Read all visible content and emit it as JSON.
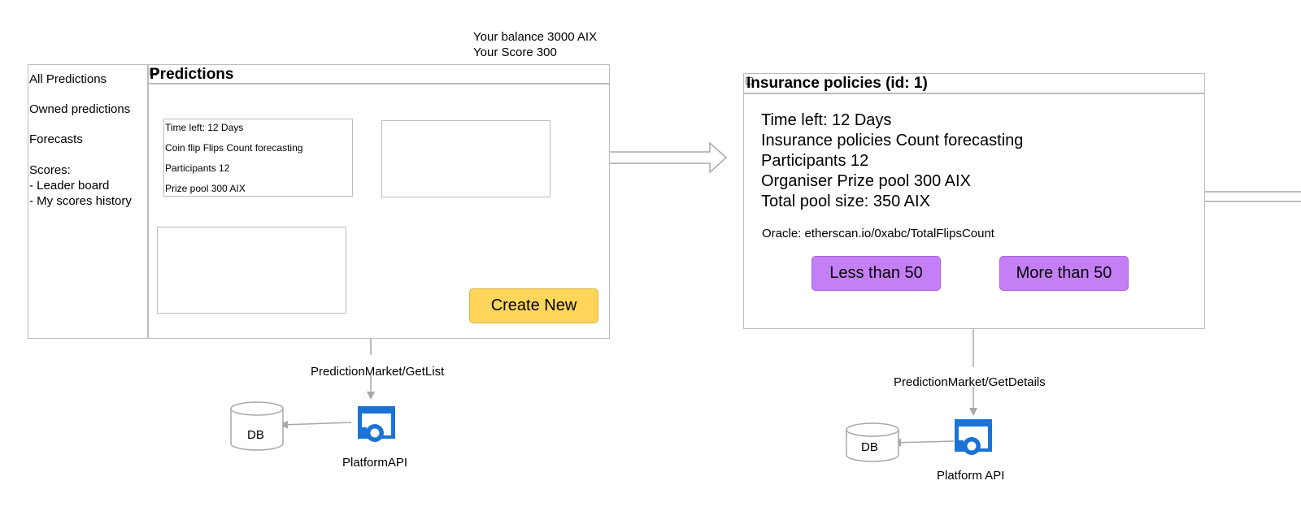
{
  "balance": {
    "line1": "Your balance 3000 AIX",
    "line2": "Your Score 300"
  },
  "sidebar": {
    "items": [
      {
        "label": "All Predictions"
      },
      {
        "label": "Owned predictions"
      },
      {
        "label": "Forecasts"
      },
      {
        "label": "Scores:"
      },
      {
        "label": "- Leader board"
      },
      {
        "label": "- My scores history"
      }
    ]
  },
  "predictions": {
    "title": "Predictions",
    "card": {
      "time_left": "Time left:  12 Days",
      "name": "Coin flip Flips Count forecasting",
      "participants": "Participants 12",
      "prize_pool": "Prize pool 300 AIX"
    },
    "create_button": "Create New"
  },
  "details": {
    "title": "Insurance policies (id: 1)",
    "time_left": "Time left:  12 Days",
    "name": "Insurance policies Count forecasting",
    "participants": "Participants 12",
    "organiser_pool": "Organiser Prize pool 300 AIX",
    "total_pool": "Total pool size: 350 AIX",
    "oracle": "Oracle: etherscan.io/0xabc/TotalFlipsCount",
    "option_less": "Less than 50",
    "option_more": "More than 50"
  },
  "flow_left": {
    "call": "PredictionMarket/GetList",
    "api": "PlatformAPI",
    "db": "DB"
  },
  "flow_right": {
    "call": "PredictionMarket/GetDetails",
    "api": "Platform API",
    "db": "DB"
  },
  "colors": {
    "border": "#bcbcbc",
    "yellow": "#ffd659",
    "purple": "#c47ff7",
    "api_blue": "#1a73d6"
  }
}
